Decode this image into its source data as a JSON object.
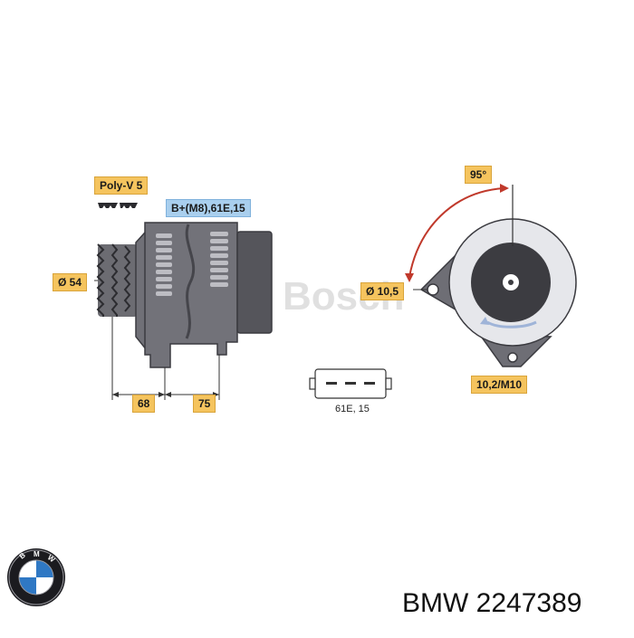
{
  "labels": {
    "belt": "Poly-V 5",
    "terminal": "B+(M8),61E,15",
    "pulley_diameter": "Ø 54",
    "dim_68": "68",
    "dim_75": "75",
    "hole_diameter": "Ø 10,5",
    "angle": "95°",
    "mount": "10,2/M10",
    "connector": "61E, 15"
  },
  "watermark": "Bosch",
  "footer": {
    "brand": "BMW",
    "part_number": "2247389"
  },
  "colors": {
    "housing": "#6f6f75",
    "housing_dark": "#4f4f55",
    "rear_disc": "#e7e8ec",
    "hub": "#3b3b40",
    "tag_orange": "#f5c45e",
    "tag_blue": "#a9cfee",
    "arc_red": "#c0392b",
    "arrow_blue": "#9fb4d8"
  }
}
